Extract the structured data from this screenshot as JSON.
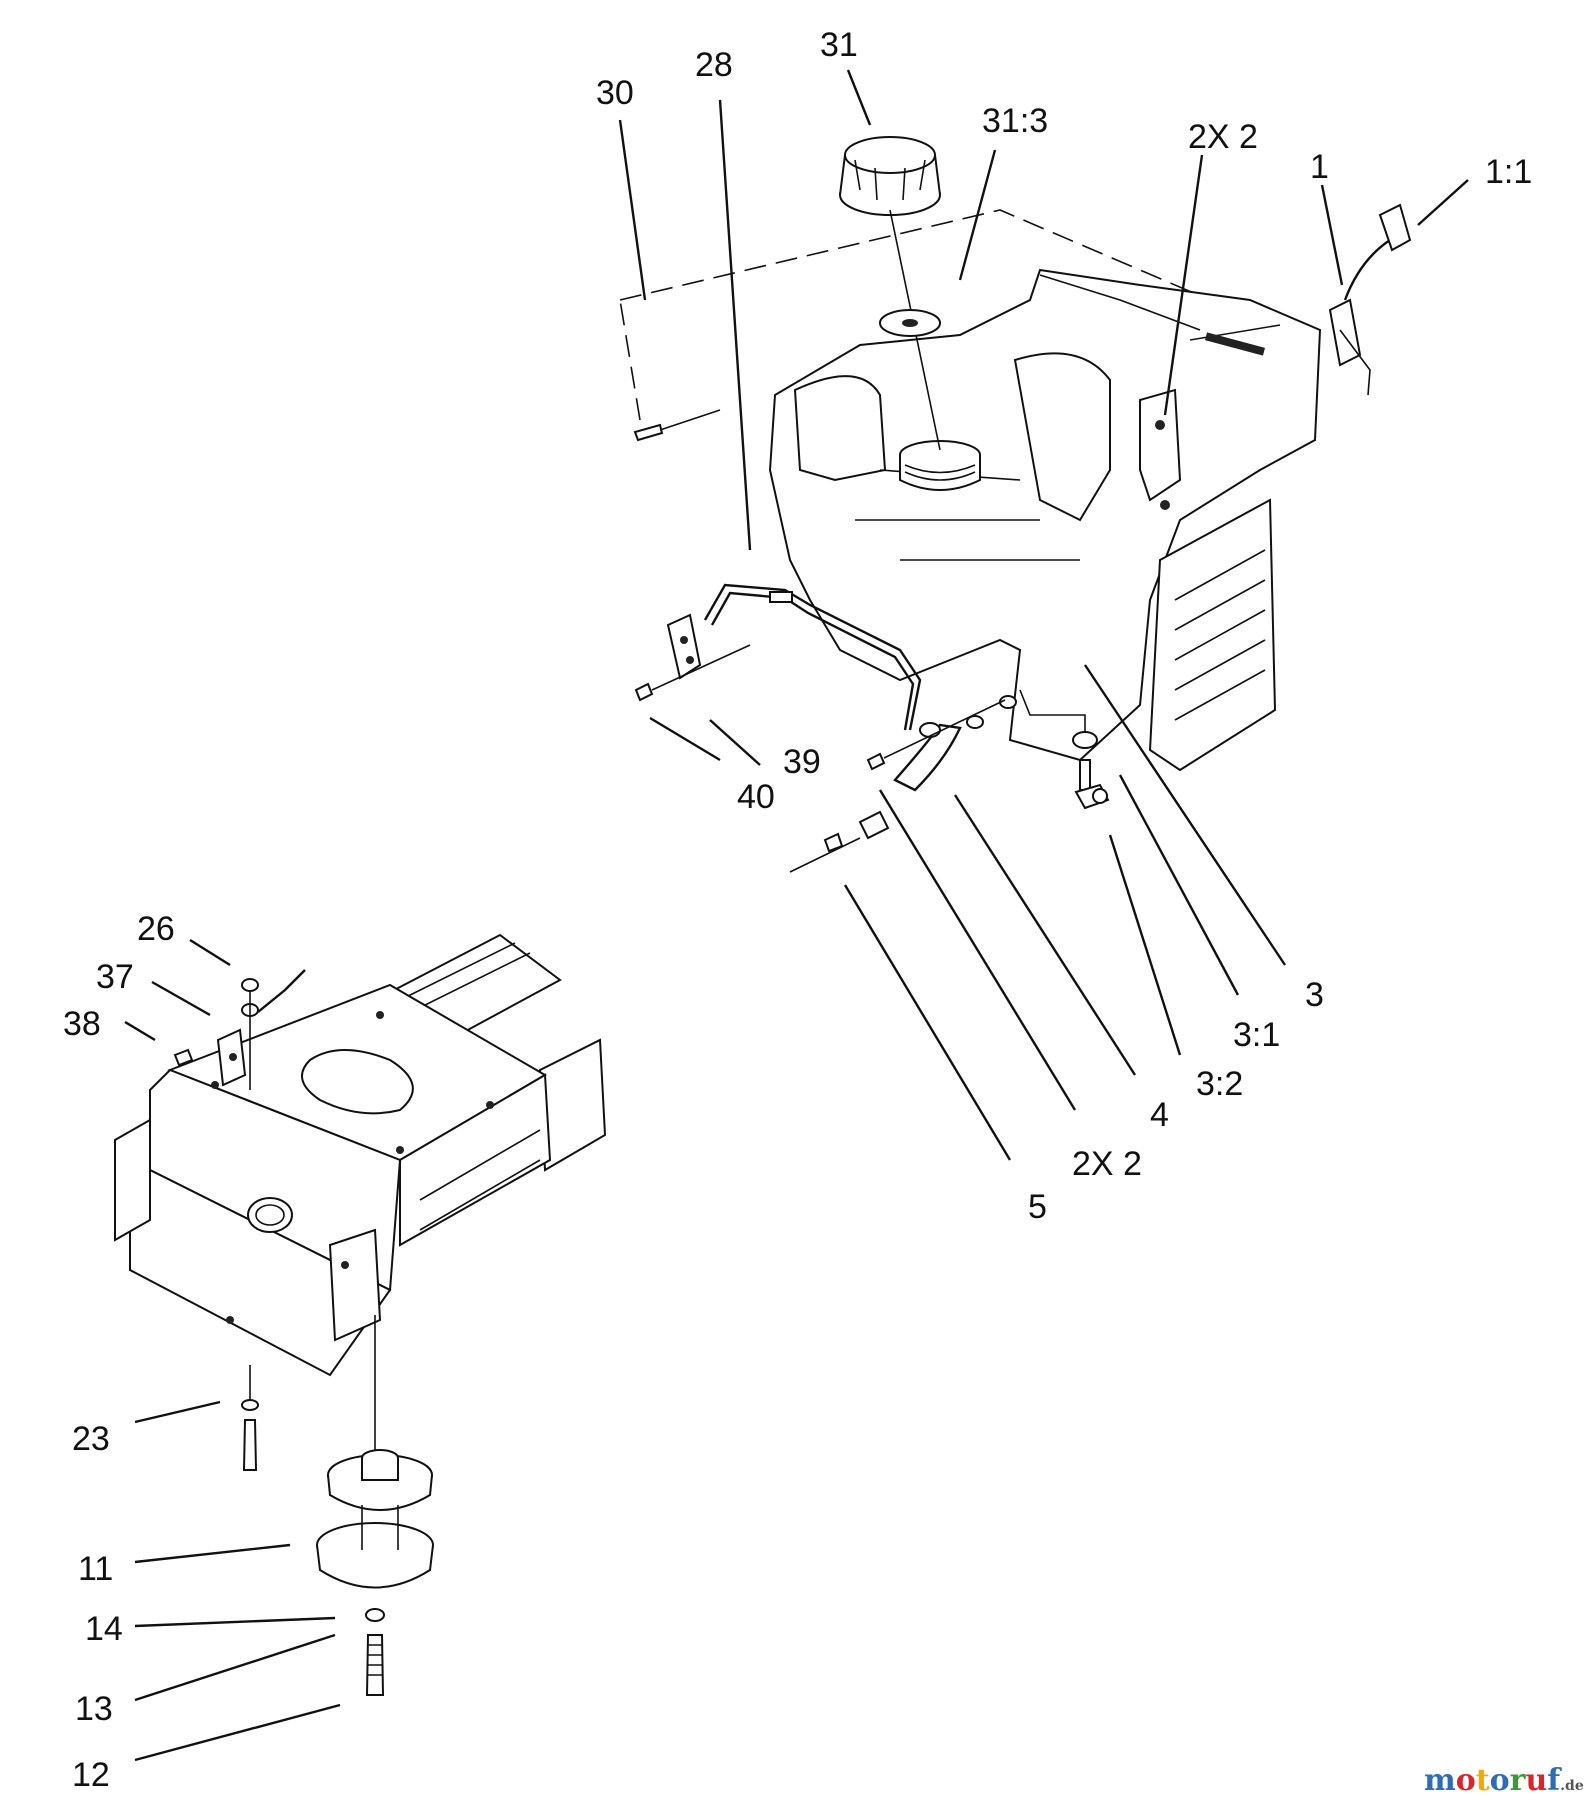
{
  "callouts": [
    {
      "id": "30",
      "text": "30"
    },
    {
      "id": "28",
      "text": "28"
    },
    {
      "id": "31",
      "text": "31"
    },
    {
      "id": "31-3",
      "text": "31:3"
    },
    {
      "id": "2x2-top",
      "text": "2X 2"
    },
    {
      "id": "1",
      "text": "1"
    },
    {
      "id": "1-1",
      "text": "1:1"
    },
    {
      "id": "39",
      "text": "39"
    },
    {
      "id": "40",
      "text": "40"
    },
    {
      "id": "3",
      "text": "3"
    },
    {
      "id": "3-1",
      "text": "3:1"
    },
    {
      "id": "3-2",
      "text": "3:2"
    },
    {
      "id": "4",
      "text": "4"
    },
    {
      "id": "2x2-bottom",
      "text": "2X 2"
    },
    {
      "id": "5",
      "text": "5"
    },
    {
      "id": "26",
      "text": "26"
    },
    {
      "id": "37",
      "text": "37"
    },
    {
      "id": "38",
      "text": "38"
    },
    {
      "id": "23",
      "text": "23"
    },
    {
      "id": "11",
      "text": "11"
    },
    {
      "id": "14",
      "text": "14"
    },
    {
      "id": "13",
      "text": "13"
    },
    {
      "id": "12",
      "text": "12"
    }
  ],
  "watermark": {
    "brand": "motoruf",
    "suffix": ".de",
    "letter_colors": [
      "#2e6db4",
      "#d9262b",
      "#f2a900",
      "#2e6db4",
      "#3a9a3a",
      "#d9262b",
      "#2e6db4"
    ]
  }
}
